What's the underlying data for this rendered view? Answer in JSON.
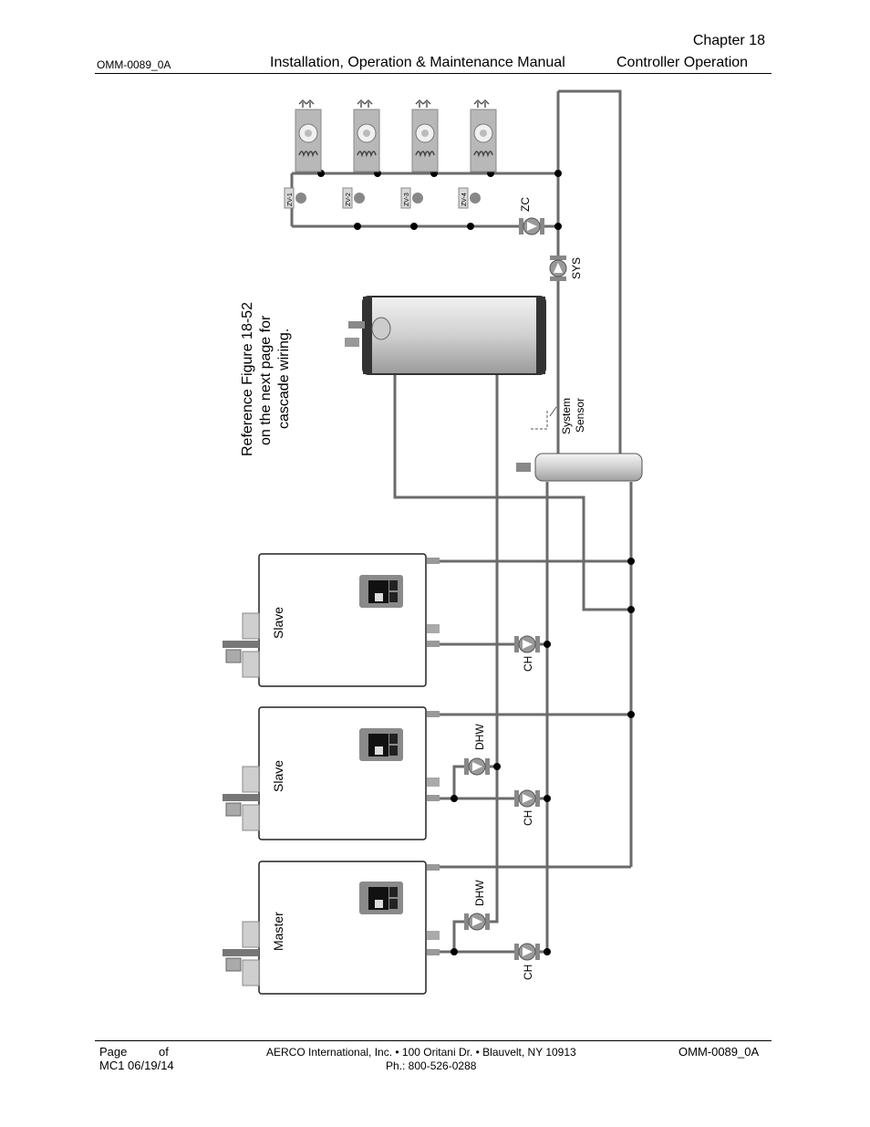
{
  "header": {
    "chapter": "Chapter 18",
    "doc_id": "OMM-0089_0A",
    "manual_title": "Installation, Operation & Maintenance Manual",
    "section": "Controller Operation"
  },
  "diagram": {
    "reference_note": [
      "Reference Figure 18-52",
      "on the next page for",
      "cascade wiring."
    ],
    "units": [
      "Master",
      "Slave",
      "Slave"
    ],
    "pump_ch": "CH",
    "pump_dhw": "DHW",
    "pump_zc": "ZC",
    "pump_sys": "SYS",
    "zone_valves": [
      "ZV-1",
      "ZV-2",
      "ZV-3",
      "ZV-4"
    ],
    "system_sensor": [
      "System",
      "Sensor"
    ]
  },
  "footer": {
    "page_label": "Page",
    "of_label": "of",
    "revision": "MC1 06/19/14",
    "address": "AERCO International, Inc. • 100 Oritani Dr. •  Blauvelt, NY 10913",
    "phone": "Ph.: 800-526-0288",
    "doc_id": "OMM-0089_0A"
  },
  "colors": {
    "pipe": "#666666",
    "unit_fill": "#ffffff",
    "tank_fill": "#d9d9d9",
    "display_panel": "#7a7a7a"
  }
}
